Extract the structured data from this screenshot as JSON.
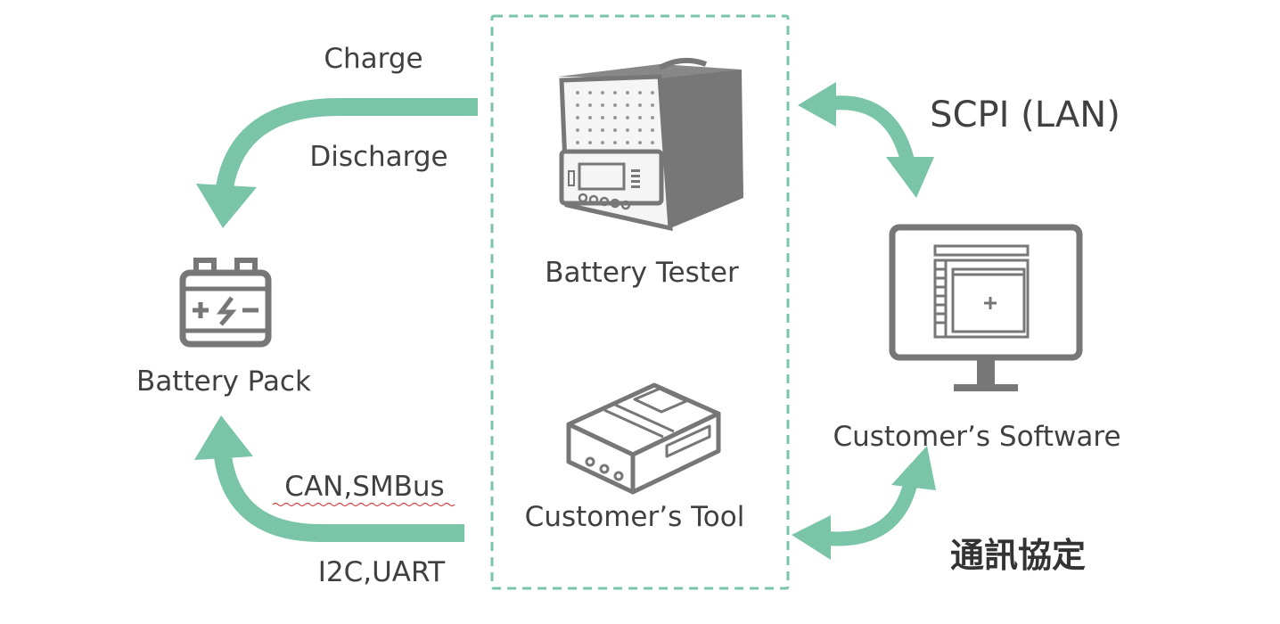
{
  "labels": {
    "charge": "Charge",
    "discharge": "Discharge",
    "battery_pack": "Battery Pack",
    "battery_tester": "Battery Tester",
    "customers_tool": "Customer’s Tool",
    "customers_software": "Customer’s Software",
    "scpi_lan": "SCPI (LAN)",
    "can_smbus": "CAN,SMBus",
    "i2c_uart": "I2C,UART",
    "protocol": "通訊協定"
  },
  "icons": {
    "battery_pack": "battery-icon",
    "battery_tester": "battery-tester-icon",
    "customers_tool": "device-box-icon",
    "customers_software": "monitor-icon"
  },
  "colors": {
    "arrow": "#7ac4a8",
    "dashed_box": "#7ac4a8",
    "icon_gray": "#777777",
    "text": "#404040"
  }
}
